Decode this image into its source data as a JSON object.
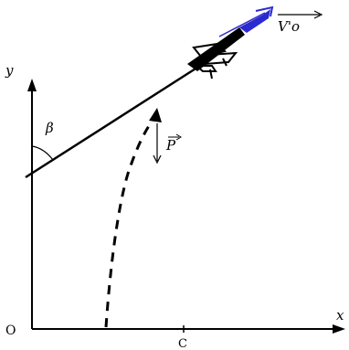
{
  "diagram": {
    "labels": {
      "y_axis": "y",
      "x_axis": "x",
      "origin": "O",
      "point_c": "C",
      "angle": "β",
      "momentum": "P",
      "velocity": "V'o"
    },
    "colors": {
      "ink": "#000000",
      "plane_blue": "#2a2ad0",
      "background": "#ffffff"
    },
    "icons": [
      "airplane-icon"
    ]
  }
}
